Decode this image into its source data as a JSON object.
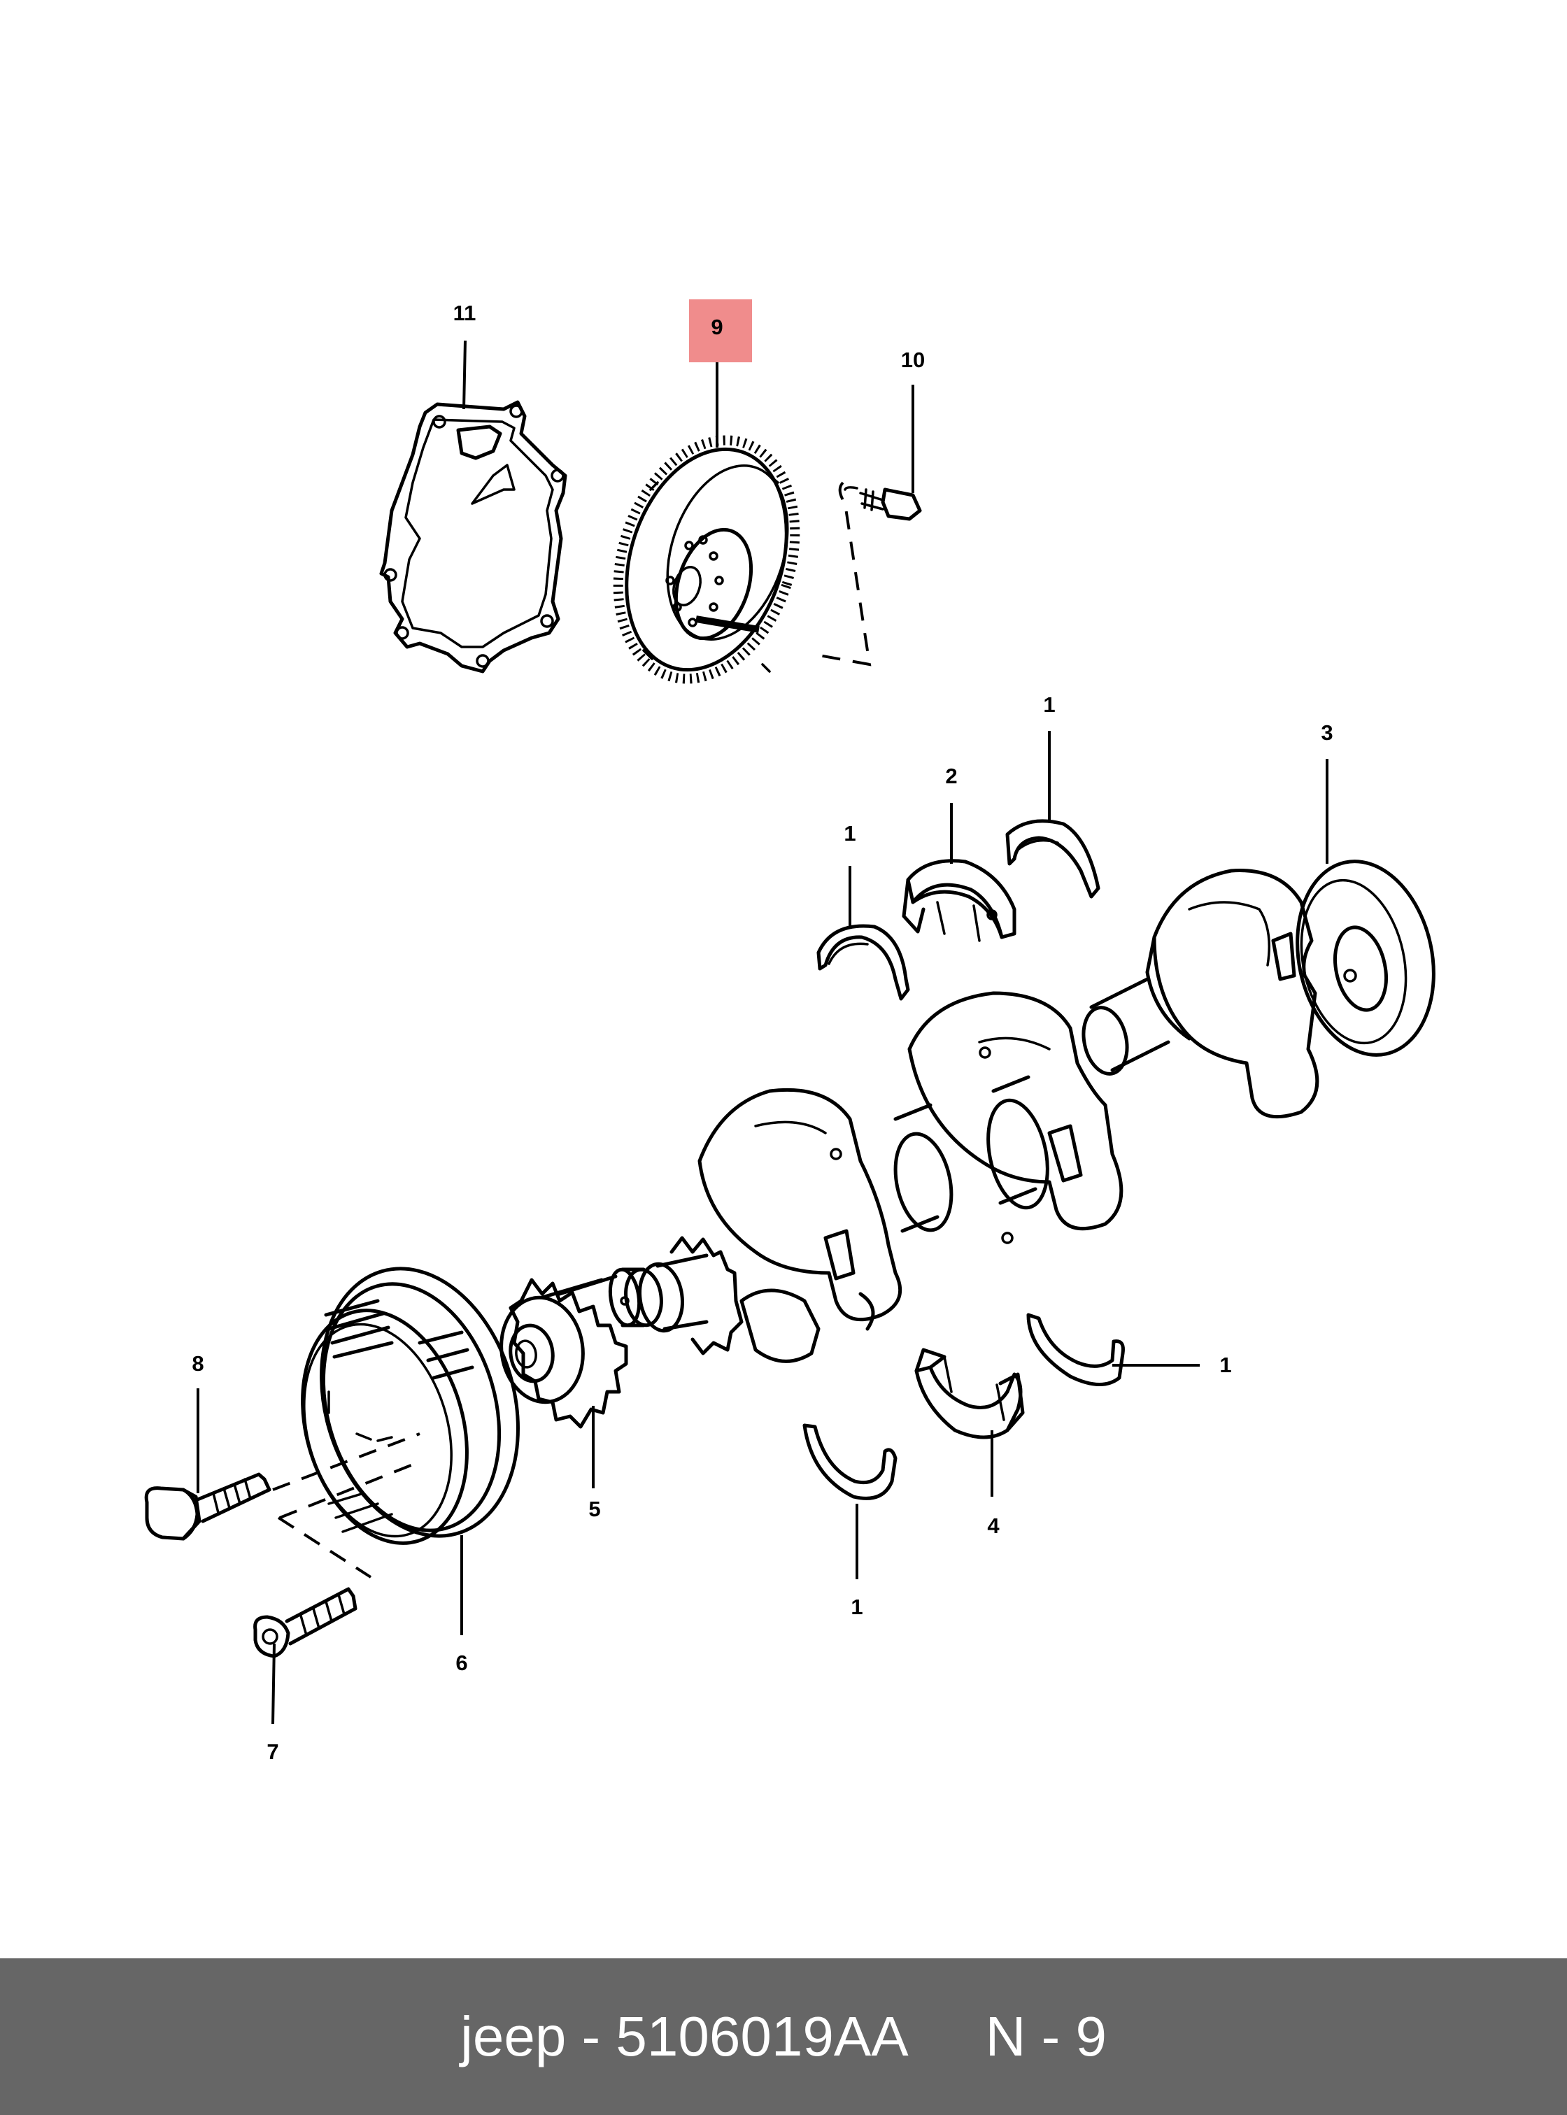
{
  "callouts": {
    "bearing_shell_a": "1",
    "bearing_shell_b": "1",
    "bearing_shell_c": "1",
    "bearing_shell_d": "1",
    "thrust_bearing_upper": "2",
    "crankshaft": "3",
    "thrust_bearing_lower": "4",
    "sprocket": "5",
    "damper": "6",
    "damper_bolt": "7",
    "crank_bolt": "8",
    "flywheel": "9",
    "flywheel_bolt": "10",
    "adapter_plate": "11"
  },
  "highlight": {
    "callout": "9",
    "color": "#f08c8c"
  },
  "footer": {
    "brand": "jeep - 5106019AA",
    "ref": "N - 9"
  },
  "colors": {
    "footer_bg": "#666666",
    "footer_text": "#ffffff"
  }
}
